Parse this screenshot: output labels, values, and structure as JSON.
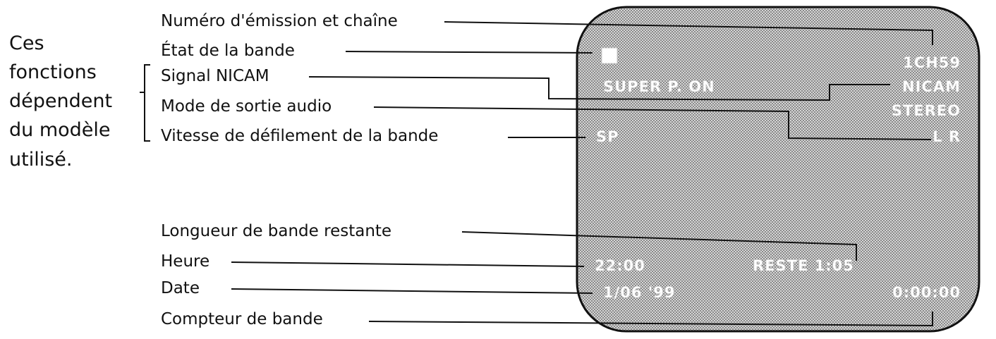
{
  "note": {
    "lines": [
      "Ces",
      "fonctions",
      "dépendent",
      "du modèle",
      "utilisé."
    ]
  },
  "labels": {
    "channel": "Numéro d'émission et chaîne",
    "tape_state": "État de la bande",
    "nicam_signal": "Signal NICAM",
    "audio_mode": "Mode de sortie audio",
    "tape_speed": "Vitesse de défilement de la bande",
    "remaining": "Longueur de bande restante",
    "time": "Heure",
    "date": "Date",
    "counter": "Compteur de bande"
  },
  "screen": {
    "channel": "1CH59",
    "super": "SUPER P. ON",
    "nicam": "NICAM",
    "stereo": "STEREO",
    "lr": "L  R",
    "speed": "SP",
    "time": "22:00",
    "remaining": "RESTE 1:05",
    "date": "1/06 '99",
    "counter": "0:00:00"
  },
  "colors": {
    "screen_fill": "#9a9a9a",
    "osd_text": "#ffffff",
    "ink": "#111111"
  }
}
